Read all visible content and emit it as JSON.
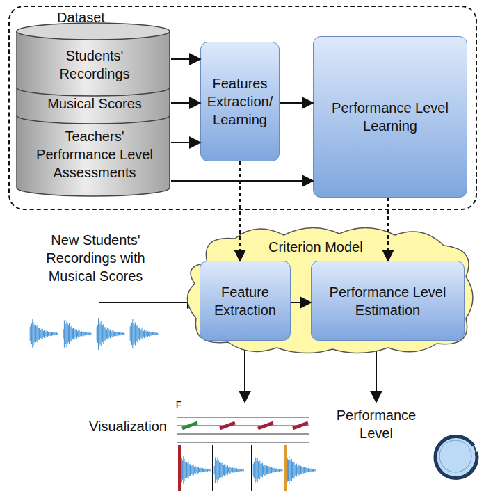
{
  "diagram": {
    "nodes": [
      {
        "text": [
          "Dataset"
        ]
      },
      {
        "text": [
          "Students' Recordings"
        ],
        "in": 0
      },
      {
        "text": [
          "Musical Scores"
        ],
        "in": 0
      },
      {
        "text": [
          "Teachers' Performance Level Assessments"
        ],
        "in": 0
      },
      {
        "text": [
          "Features Extraction/ Learning"
        ],
        "in": 0
      },
      {
        "text": [
          "Performance Level Learning"
        ],
        "in": 0
      },
      {
        "text": [
          "Criterion Model"
        ]
      },
      {
        "text": [
          "Feature Extraction"
        ],
        "in": 6
      },
      {
        "text": [
          "Performance Level Estimation"
        ],
        "in": 6
      }
    ],
    "edges": [
      {
        "from": 1,
        "to": 4,
        "arrow": "to"
      },
      {
        "from": 2,
        "to": 4,
        "arrow": "to"
      },
      {
        "from": 3,
        "to": 4,
        "arrow": "to"
      },
      {
        "from": 4,
        "to": 5,
        "arrow": "to"
      },
      {
        "from": 3,
        "to": 5,
        "arrow": "to"
      },
      {
        "from": 4,
        "to": 7,
        "arrow": "to"
      },
      {
        "from": 5,
        "to": 8,
        "arrow": "to"
      },
      {
        "from": 7,
        "to": 8,
        "arrow": "to"
      }
    ],
    "labels": [
      "New Students' Recordings with Musical Scores",
      "Visualization",
      "F",
      "Performance Level"
    ]
  }
}
